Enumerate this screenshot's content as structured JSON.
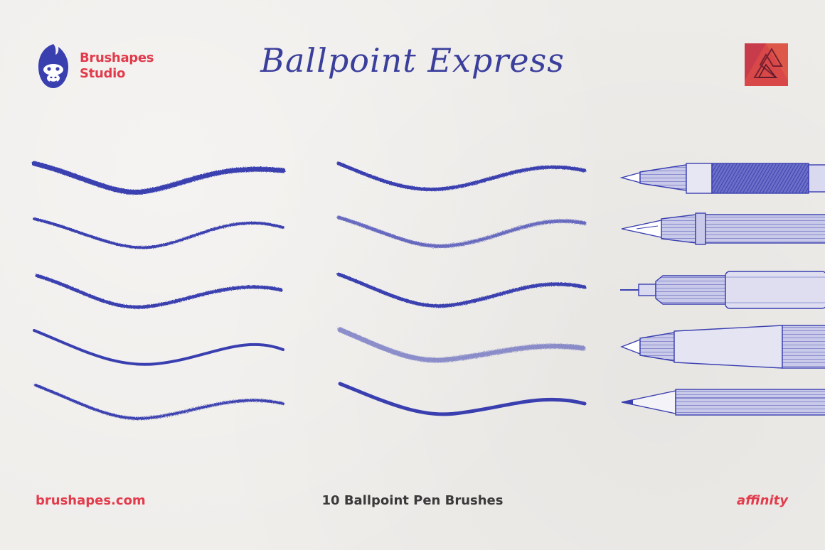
{
  "brand": {
    "line1": "Brushapes",
    "line2": "Studio",
    "logo_icon": "gorilla-head-icon"
  },
  "title": "Ballpoint Express",
  "badge_icon": "affinity-app-icon",
  "footer": {
    "website": "brushapes.com",
    "product": "10 Ballpoint Pen Brushes",
    "app": "affinity"
  },
  "colors": {
    "ink": "#3a3fb0",
    "accent": "#e23b4b",
    "paper": "#efedea"
  },
  "brush_strokes": [
    "stroke-1",
    "stroke-2",
    "stroke-3",
    "stroke-4",
    "stroke-5",
    "stroke-6",
    "stroke-7",
    "stroke-8",
    "stroke-9",
    "stroke-10"
  ],
  "pens": [
    "ballpoint-pen-icon",
    "fountain-pen-icon",
    "technical-pen-icon",
    "fineliner-pen-icon",
    "pencil-icon"
  ]
}
